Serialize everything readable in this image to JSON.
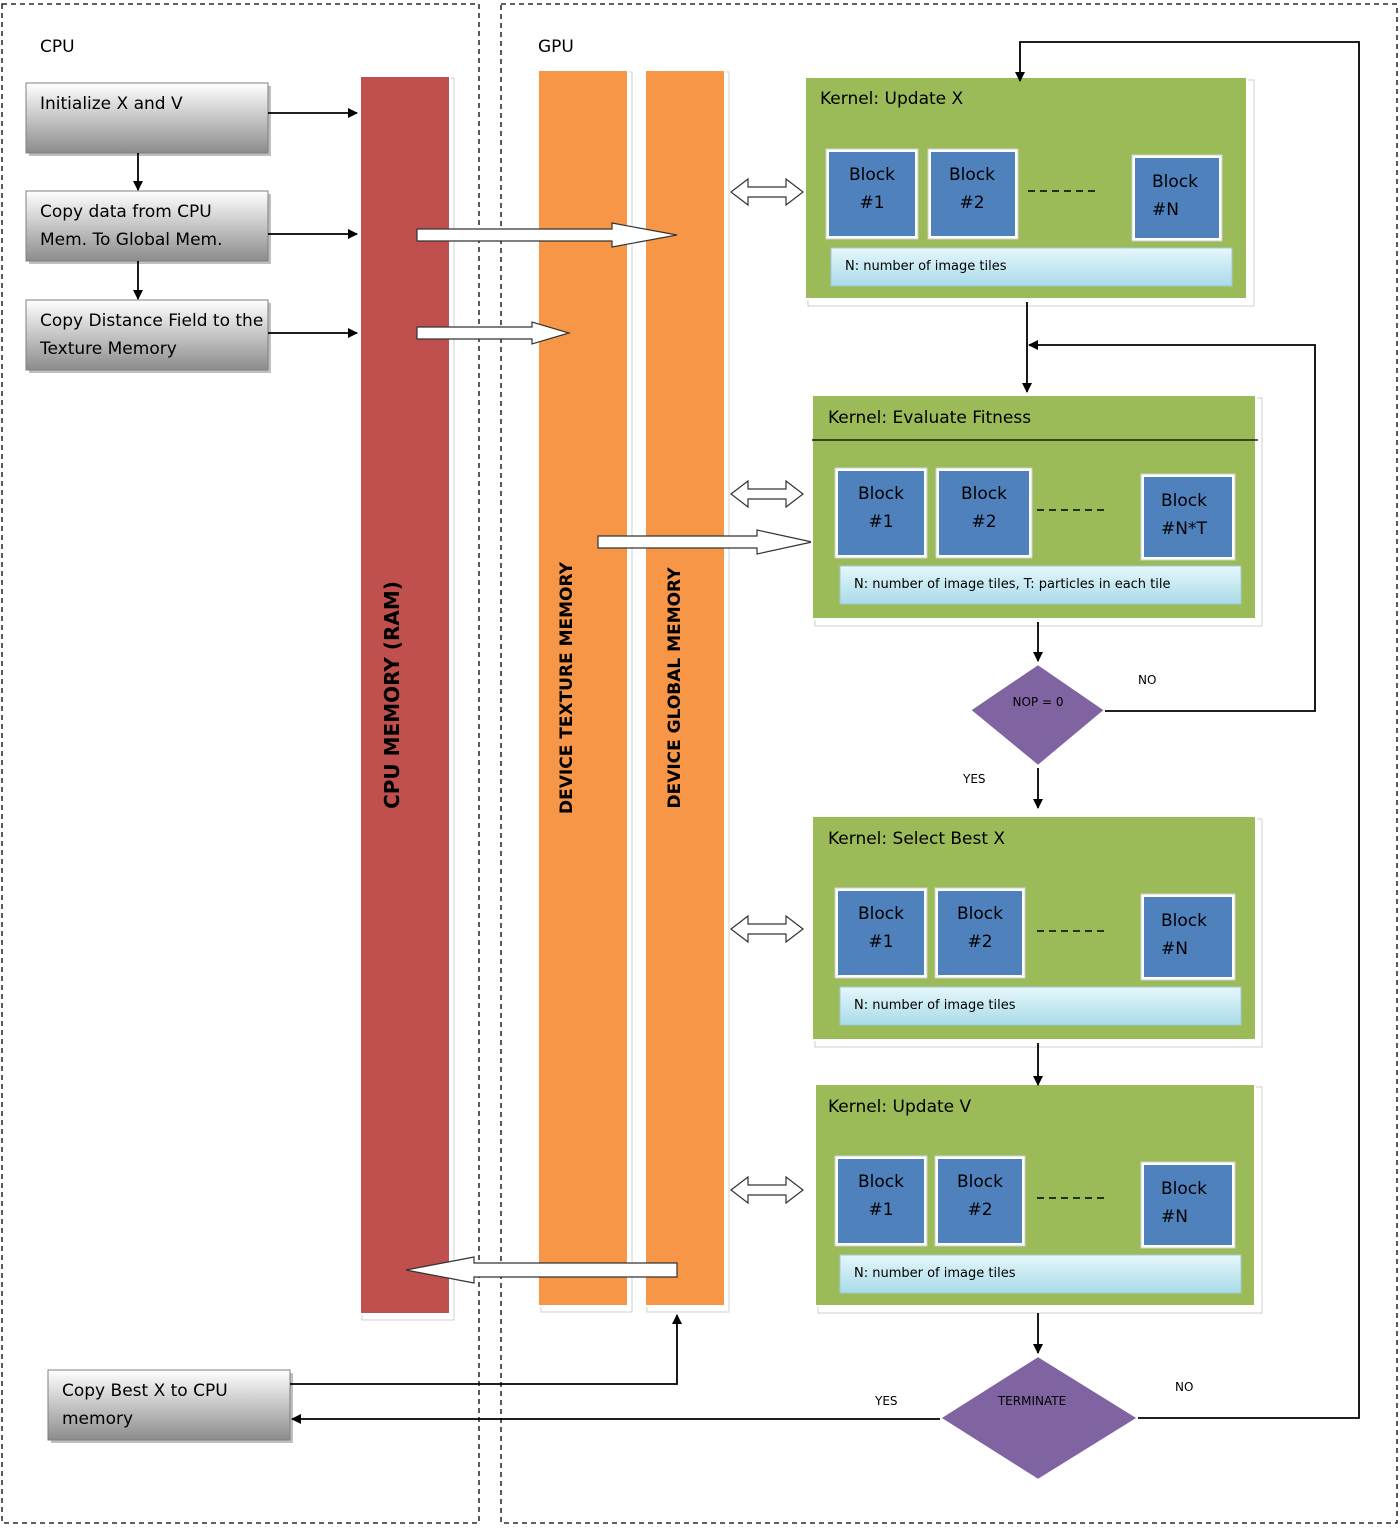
{
  "regions": {
    "cpu": "CPU",
    "gpu": "GPU"
  },
  "memories": {
    "cpu": "CPU MEMORY (RAM)",
    "texture": "DEVICE TEXTURE MEMORY",
    "global": "DEVICE GLOBAL MEMORY"
  },
  "cpu_steps": {
    "init": [
      "Initialize X and V"
    ],
    "copy_data": [
      "Copy data from CPU",
      "Mem. To Global Mem."
    ],
    "copy_distance": [
      "Copy Distance Field to the",
      "Texture Memory"
    ],
    "copy_best": [
      "Copy Best X to CPU",
      "memory"
    ]
  },
  "kernels": {
    "update_x": {
      "title": "Kernel: Update X",
      "blocks": [
        [
          "Block",
          "#1"
        ],
        [
          "Block",
          "#2"
        ],
        [
          "Block",
          "#N"
        ]
      ],
      "note": "N: number of image tiles"
    },
    "evaluate_fitness": {
      "title": "Kernel: Evaluate Fitness",
      "blocks": [
        [
          "Block",
          "#1"
        ],
        [
          "Block",
          "#2"
        ],
        [
          "Block",
          "#N*T"
        ]
      ],
      "note": "N: number of image tiles, T: particles in each tile"
    },
    "select_best": {
      "title": "Kernel: Select Best X",
      "blocks": [
        [
          "Block",
          "#1"
        ],
        [
          "Block",
          "#2"
        ],
        [
          "Block",
          "#N"
        ]
      ],
      "note": "N: number of image tiles"
    },
    "update_v": {
      "title": "Kernel: Update V",
      "blocks": [
        [
          "Block",
          "#1"
        ],
        [
          "Block",
          "#2"
        ],
        [
          "Block",
          "#N"
        ]
      ],
      "note": "N: number of image tiles"
    }
  },
  "decisions": {
    "nop": "NOP = 0",
    "terminate": "TERMINATE"
  },
  "edge_labels": {
    "nop_no": "NO",
    "nop_yes": "YES",
    "term_yes": "YES",
    "term_no": "NO"
  },
  "colors": {
    "cpu_memory": "#c0504d",
    "gpu_memory": "#f79646",
    "kernel": "#9bbb59",
    "block": "#4f81bd",
    "note": "#c6ebf5",
    "decision": "#8064a2",
    "step_top": "#ffffff",
    "step_bottom": "#8c8c8c"
  }
}
